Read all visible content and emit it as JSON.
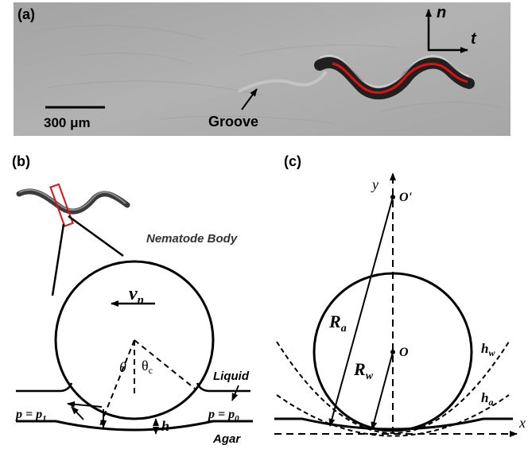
{
  "panels": {
    "a": {
      "label": "(a)",
      "scale_bar": "300 μm",
      "groove_label": "Groove",
      "axis_n": "n",
      "axis_t": "t"
    },
    "b": {
      "label": "(b)",
      "nematode_body": "Nematode Body",
      "velocity": "v",
      "velocity_sub": "n",
      "theta": "θ",
      "theta_c": "θ",
      "theta_c_sub": "c",
      "liquid": "Liquid",
      "pressure_left": "p = p",
      "pressure_left_sub": "1",
      "pressure_right": "p = p",
      "pressure_right_sub": "0",
      "h": "h",
      "agar": "Agar"
    },
    "c": {
      "label": "(c)",
      "y": "y",
      "o_prime": "O'",
      "o": "O",
      "ra": "R",
      "ra_sub": "a",
      "rw": "R",
      "rw_sub": "w",
      "hw": "h",
      "hw_sub": "w",
      "ha": "h",
      "ha_sub": "a",
      "x": "x"
    }
  },
  "colors": {
    "photo_bg": "#a9a9a9",
    "worm_trace": "#e01010",
    "ink": "#000000"
  }
}
